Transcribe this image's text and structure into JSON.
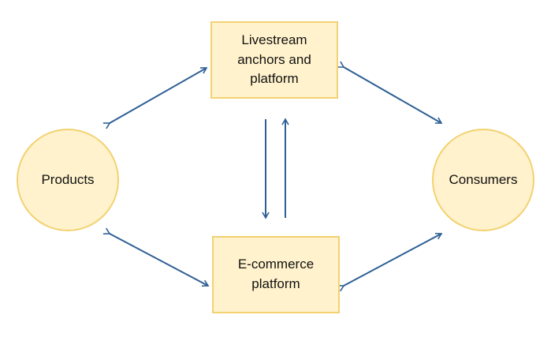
{
  "diagram": {
    "nodes": {
      "livestream": "Livestream\nanchors and\nplatform",
      "ecommerce": "E-commerce\nplatform",
      "products": "Products",
      "consumers": "Consumers"
    },
    "colors": {
      "node_fill": "#fff2cc",
      "node_border": "#f2d271",
      "arrow": "#2e5f95",
      "text": "#111111"
    },
    "edges": [
      {
        "from": "products",
        "to": "livestream",
        "direction": "both"
      },
      {
        "from": "livestream",
        "to": "consumers",
        "direction": "both"
      },
      {
        "from": "products",
        "to": "ecommerce",
        "direction": "both"
      },
      {
        "from": "ecommerce",
        "to": "consumers",
        "direction": "both"
      },
      {
        "from": "livestream",
        "to": "ecommerce",
        "direction": "forward"
      },
      {
        "from": "ecommerce",
        "to": "livestream",
        "direction": "forward"
      }
    ]
  }
}
